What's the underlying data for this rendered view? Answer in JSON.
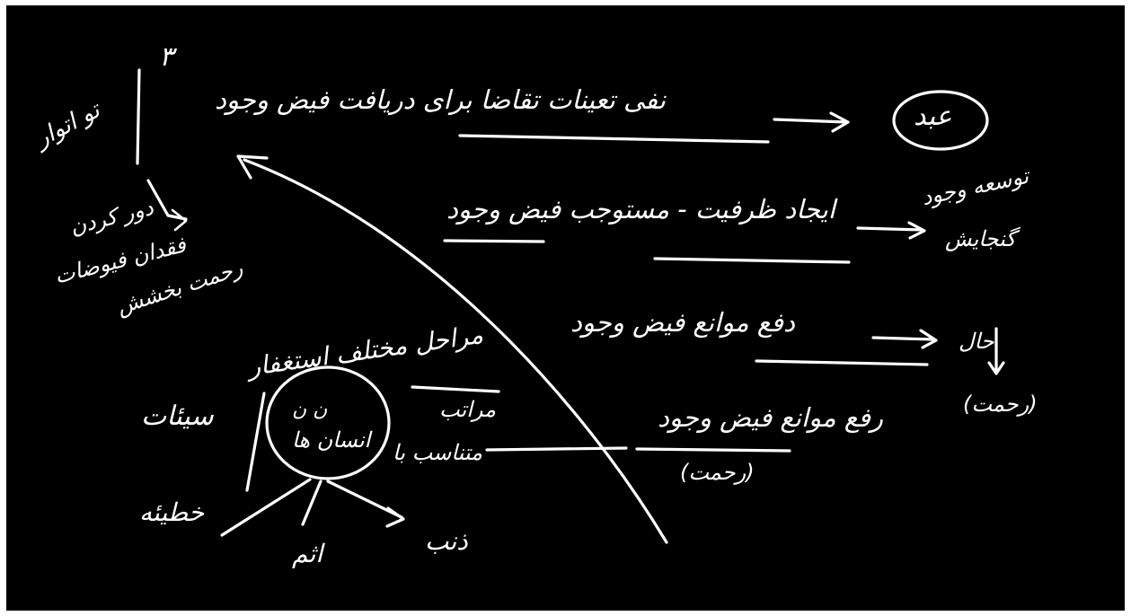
{
  "board": {
    "background_color": "#000000",
    "ink_color": "#ffffff"
  },
  "labels": {
    "top_line": "نفی تعینات تقاضا برای دریافت فیض وجود",
    "circled_word": "عبد",
    "right_expand": "توسعه وجود",
    "right_widen": "گنجایش",
    "line_two": "ایجاد ظرفیت - مستوجب فیض وجود",
    "line_three": "دفع موانع فیض وجود",
    "right_state": "حال",
    "right_ragam": "(رحمت)",
    "line_four": "رفع موانع فیض وجود",
    "line_four_paren": "(رحمت)",
    "left_side": "تو اتوار",
    "left_column_1": "دور کردن",
    "left_column_2": "فقدان فیوضات",
    "left_column_3": "رحمت بخشش",
    "left_top_number": "۳",
    "istighfar": "استغفار",
    "maratib": "مراحل مختلف استغفار",
    "marateb_short": "مراتب",
    "mutanaseb": "متناسب با",
    "circle_top": "ن ن",
    "circle_inner": "انسان ها",
    "left_sayyiat": "سیئات",
    "khatiah": "خطیئه",
    "ithm": "اثم",
    "dhanb": "ذنب"
  }
}
